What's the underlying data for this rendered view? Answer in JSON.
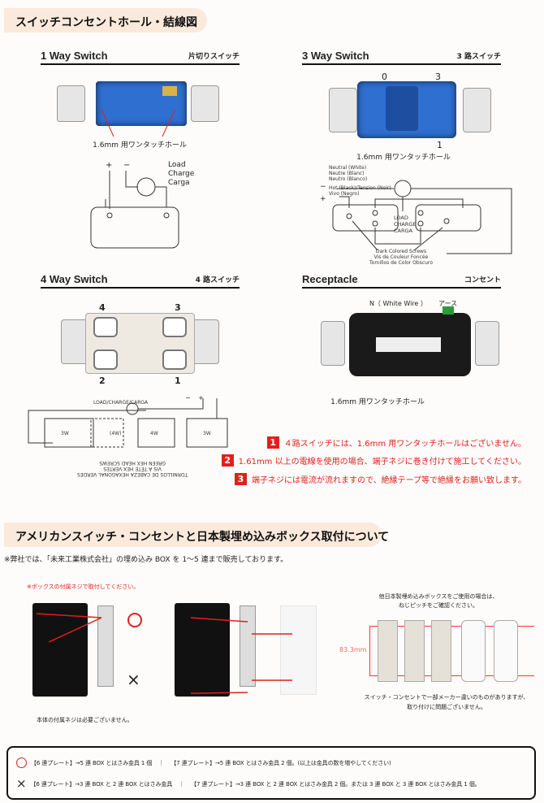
{
  "section1": {
    "title": "スイッチコンセントホール・結線図"
  },
  "one_way": {
    "title_en": "1 Way Switch",
    "title_jp": "片切りスイッチ",
    "hole_label": "1.6mm 用ワンタッチホール",
    "diagram": {
      "minus": "−",
      "plus": "+",
      "load": [
        "Load",
        "Charge",
        "Carga"
      ]
    }
  },
  "three_way": {
    "title_en": "3 Way Switch",
    "title_jp": "3 路スイッチ",
    "terminal_0": "0",
    "terminal_3": "3",
    "terminal_1": "1",
    "hole_label": "1.6mm 用ワンタッチホール",
    "diagram": {
      "neutral": [
        "Neutral (White)",
        "Neutre (Blanc)",
        "Neutro (Blanco)"
      ],
      "hot": [
        "Hot (Black)/Tension (Noir)",
        "Vivo (Negro)"
      ],
      "minus": "−",
      "plus": "+",
      "load": [
        "LOAD",
        "CHARGE",
        "CARGA"
      ],
      "screws": [
        "Dark Colored Screws",
        "Vis de Couleur Foncée",
        "Tornillos de Color Obscuro"
      ]
    }
  },
  "four_way": {
    "title_en": "4 Way Switch",
    "title_jp": "4 路スイッチ",
    "terminal_4": "4",
    "terminal_3": "3",
    "terminal_2": "2",
    "terminal_1": "1",
    "diagram": {
      "load": "LOAD/CHARGE/CARGA",
      "minus": "−",
      "plus": "+",
      "labels": [
        "3W",
        "(4W)",
        "4W",
        "3W"
      ],
      "screws": [
        "GREEN HEX HEAD SCREWS",
        "VIS À TÊTE HEX VERTES",
        "TORNILLOS DE CABEZA HEXAGONAL VERDES"
      ]
    }
  },
  "receptacle": {
    "title_en": "Receptacle",
    "title_jp": "コンセント",
    "n_label": "N（ White Wire ）",
    "earth_label": "アース",
    "hole_label": "1.6mm 用ワンタッチホール"
  },
  "notes": [
    {
      "num": "1",
      "text": "４路スイッチには、1.6mm 用ワンタッチホールはございません。"
    },
    {
      "num": "2",
      "text": "1.61mm 以上の電線を使用の場合、端子ネジに巻き付けて施工してください。"
    },
    {
      "num": "3",
      "text": "端子ネジには電流が流れますので、絶縁テープ等で絶縁をお願い致します。"
    }
  ],
  "section2": {
    "title": "アメリカンスイッチ・コンセントと日本製埋め込みボックス取付について",
    "note": "※弊社では、「未来工業株式会社」の埋め込み BOX を 1〜5 連まで販売しております。",
    "red_note": "※ボックスの付属ネジで取付してください。",
    "ok_mark": "○",
    "ng_mark": "×",
    "screw_caption": "本体の付属ネジは必要ございません。",
    "pitch_note": [
      "他日本製埋め込みボックスをご使用の場合は、",
      "ねじピッチをご確認ください。"
    ],
    "dimension": "83.3mm",
    "maker_note": [
      "スイッチ・コンセントで一部メーカー違いのものがありますが、",
      "取り付けに問題ございません。"
    ]
  },
  "bottom": {
    "ok": {
      "a": "【6 連プレート】→5 連 BOX とはさみ金具 1 個",
      "sep": "｜",
      "b": "【7 連プレート】→5 連 BOX とはさみ金具 2 個。(以上は金具の数を増やしてください)"
    },
    "ng": {
      "a": "【6 連プレート】→3 連 BOX と 2 連 BOX とはさみ金具",
      "sep": "｜",
      "b": "【7 連プレート】→3 連 BOX と 2 連 BOX とはさみ金具 2 個。または 3 連 BOX と 3 連 BOX とはさみ金具 1 個。"
    }
  },
  "colors": {
    "accent": "#e0201c",
    "band": "#fbeadb",
    "switch_blue": "#2f6fd0"
  }
}
